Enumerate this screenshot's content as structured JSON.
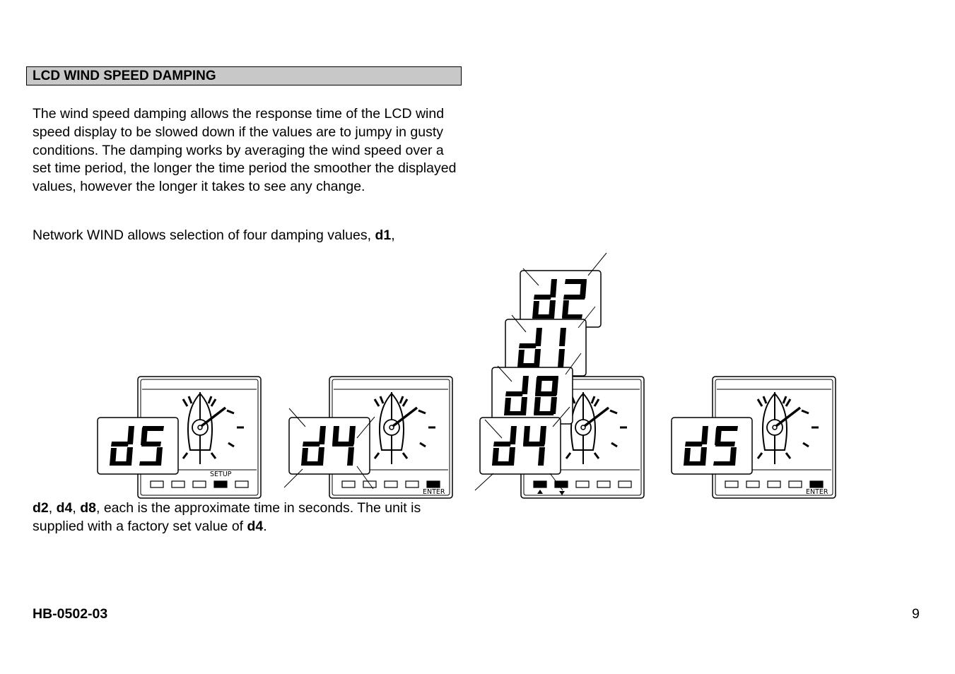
{
  "section": {
    "title": "LCD WIND SPEED DAMPING"
  },
  "body": {
    "p1": "The wind speed damping allows the response time of the LCD wind speed display to be slowed down if the values are to jumpy in gusty conditions. The damping works by averaging the wind speed over a set time period, the longer the time period the smoother the displayed values, however the longer it takes to see any change.",
    "p2_text": "Network WIND allows selection of four damping values, ",
    "p2_bold": "d1",
    "p2_end": ",",
    "p3_d2": "d2",
    "p3_sep1": ", ",
    "p3_d4": "d4",
    "p3_sep2": ", ",
    "p3_d8": "d8",
    "p3_text": ", each is the approximate time in seconds. The unit is supplied with a factory set value of ",
    "p3_bold": "d4",
    "p3_end": "."
  },
  "figure": {
    "panel1": {
      "display": "d5",
      "button_label": "SETUP"
    },
    "panel2": {
      "display": "d4",
      "button_label": "ENTER"
    },
    "panel3": {
      "stack": [
        "d2",
        "d1",
        "d8",
        "d4"
      ]
    },
    "panel4": {
      "display": "d5",
      "button_label": "ENTER"
    },
    "icons": [
      "wind-instrument-icon",
      "boat-icon",
      "arrow-up-icon",
      "arrow-down-icon"
    ]
  },
  "footer": {
    "doc_id": "HB-0502-03",
    "page_number": "9"
  }
}
